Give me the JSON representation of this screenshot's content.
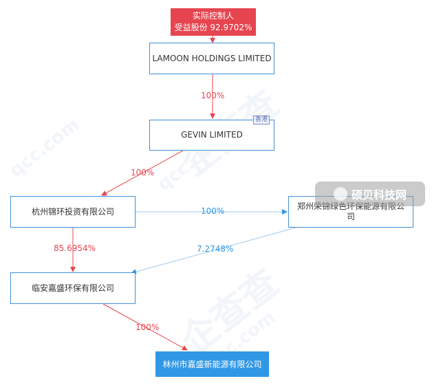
{
  "controller": {
    "label": "实际控制人",
    "share": "受益股份 92.9702%"
  },
  "nodes": {
    "lamoon": "LAMOON HOLDINGS LIMITED",
    "gevin": "GEVIN LIMITED",
    "gevin_tag": "香港",
    "hangzhou": "杭州锦环投资有限公司",
    "zhengzhou": "郑州荣锦绿色环保能源有限公司",
    "linan": "临安嘉盛环保有限公司",
    "target": "林州市嘉盛新能源有限公司"
  },
  "edges": {
    "lamoon_gevin": "100%",
    "gevin_hangzhou": "100%",
    "hangzhou_zhengzhou": "100%",
    "hangzhou_linan": "85.6954%",
    "zhengzhou_linan": "7.2748%",
    "linan_target": "100%"
  },
  "watermark": {
    "badge": "硕贝科技网",
    "text": "企查查",
    "site": "qcc.com"
  },
  "colors": {
    "red": "#e6454f",
    "blue": "#2f97e5",
    "border": "#3f8fd8"
  }
}
